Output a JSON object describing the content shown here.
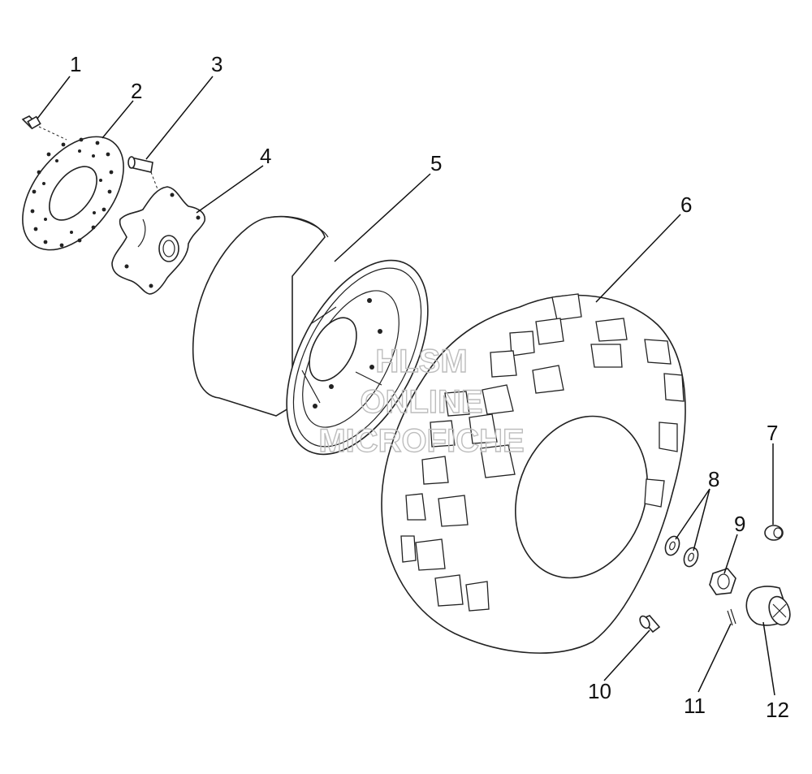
{
  "diagram": {
    "callouts": [
      "1",
      "2",
      "3",
      "4",
      "5",
      "6",
      "7",
      "8",
      "9",
      "10",
      "11",
      "12"
    ],
    "watermark": [
      "HLSM",
      "ONLINE",
      "MICROFICHE"
    ]
  }
}
